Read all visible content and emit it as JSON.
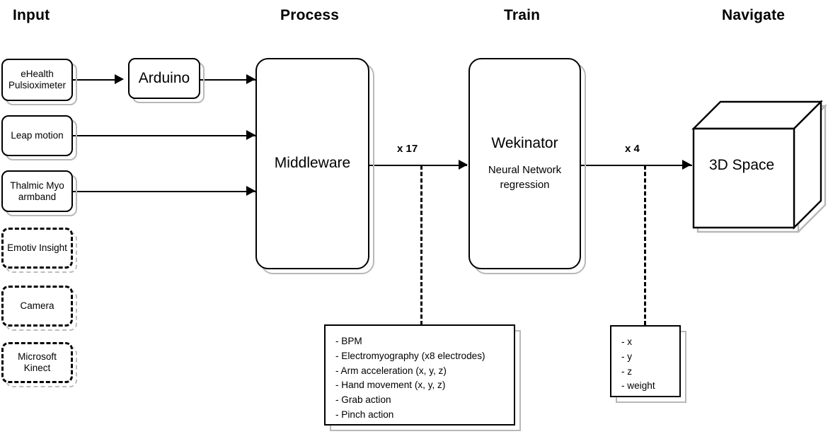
{
  "diagram": {
    "title": "Input / Process / Train / Navigate pipeline",
    "columns": [
      {
        "id": "input",
        "label": "Input"
      },
      {
        "id": "process",
        "label": "Process"
      },
      {
        "id": "train",
        "label": "Train"
      },
      {
        "id": "navigate",
        "label": "Navigate"
      }
    ],
    "input_nodes": [
      {
        "id": "ehealth",
        "line1": "eHealth",
        "line2": "Pulsioximeter",
        "style": "solid"
      },
      {
        "id": "leap",
        "line1": "Leap motion",
        "line2": "",
        "style": "solid"
      },
      {
        "id": "myo",
        "line1": "Thalmic Myo",
        "line2": "armband",
        "style": "solid"
      },
      {
        "id": "emotiv",
        "line1": "Emotiv Insight",
        "line2": "",
        "style": "dashed"
      },
      {
        "id": "camera",
        "line1": "Camera",
        "line2": "",
        "style": "dashed"
      },
      {
        "id": "kinect",
        "line1": "Microsoft",
        "line2": "Kinect",
        "style": "dashed"
      }
    ],
    "arduino": {
      "label": "Arduino"
    },
    "middleware": {
      "label": "Middleware"
    },
    "wekinator": {
      "label": "Wekinator",
      "sub_line1": "Neural Network",
      "sub_line2": "regression"
    },
    "space": {
      "label": "3D Space"
    },
    "connectors": {
      "middleware_to_wekinator_label": "x 17",
      "wekinator_to_space_label": "x 4"
    },
    "features_legend": {
      "items": [
        "- BPM",
        "- Electromyography (x8 electrodes)",
        "- Arm acceleration (x, y, z)",
        "- Hand  movement (x, y, z)",
        "- Grab action",
        "- Pinch action"
      ]
    },
    "outputs_legend": {
      "items": [
        "- x",
        "- y",
        "- z",
        "- weight"
      ]
    },
    "colors": {
      "stroke": "#000000",
      "shadow": "#b8b8b8",
      "background": "#ffffff"
    }
  }
}
